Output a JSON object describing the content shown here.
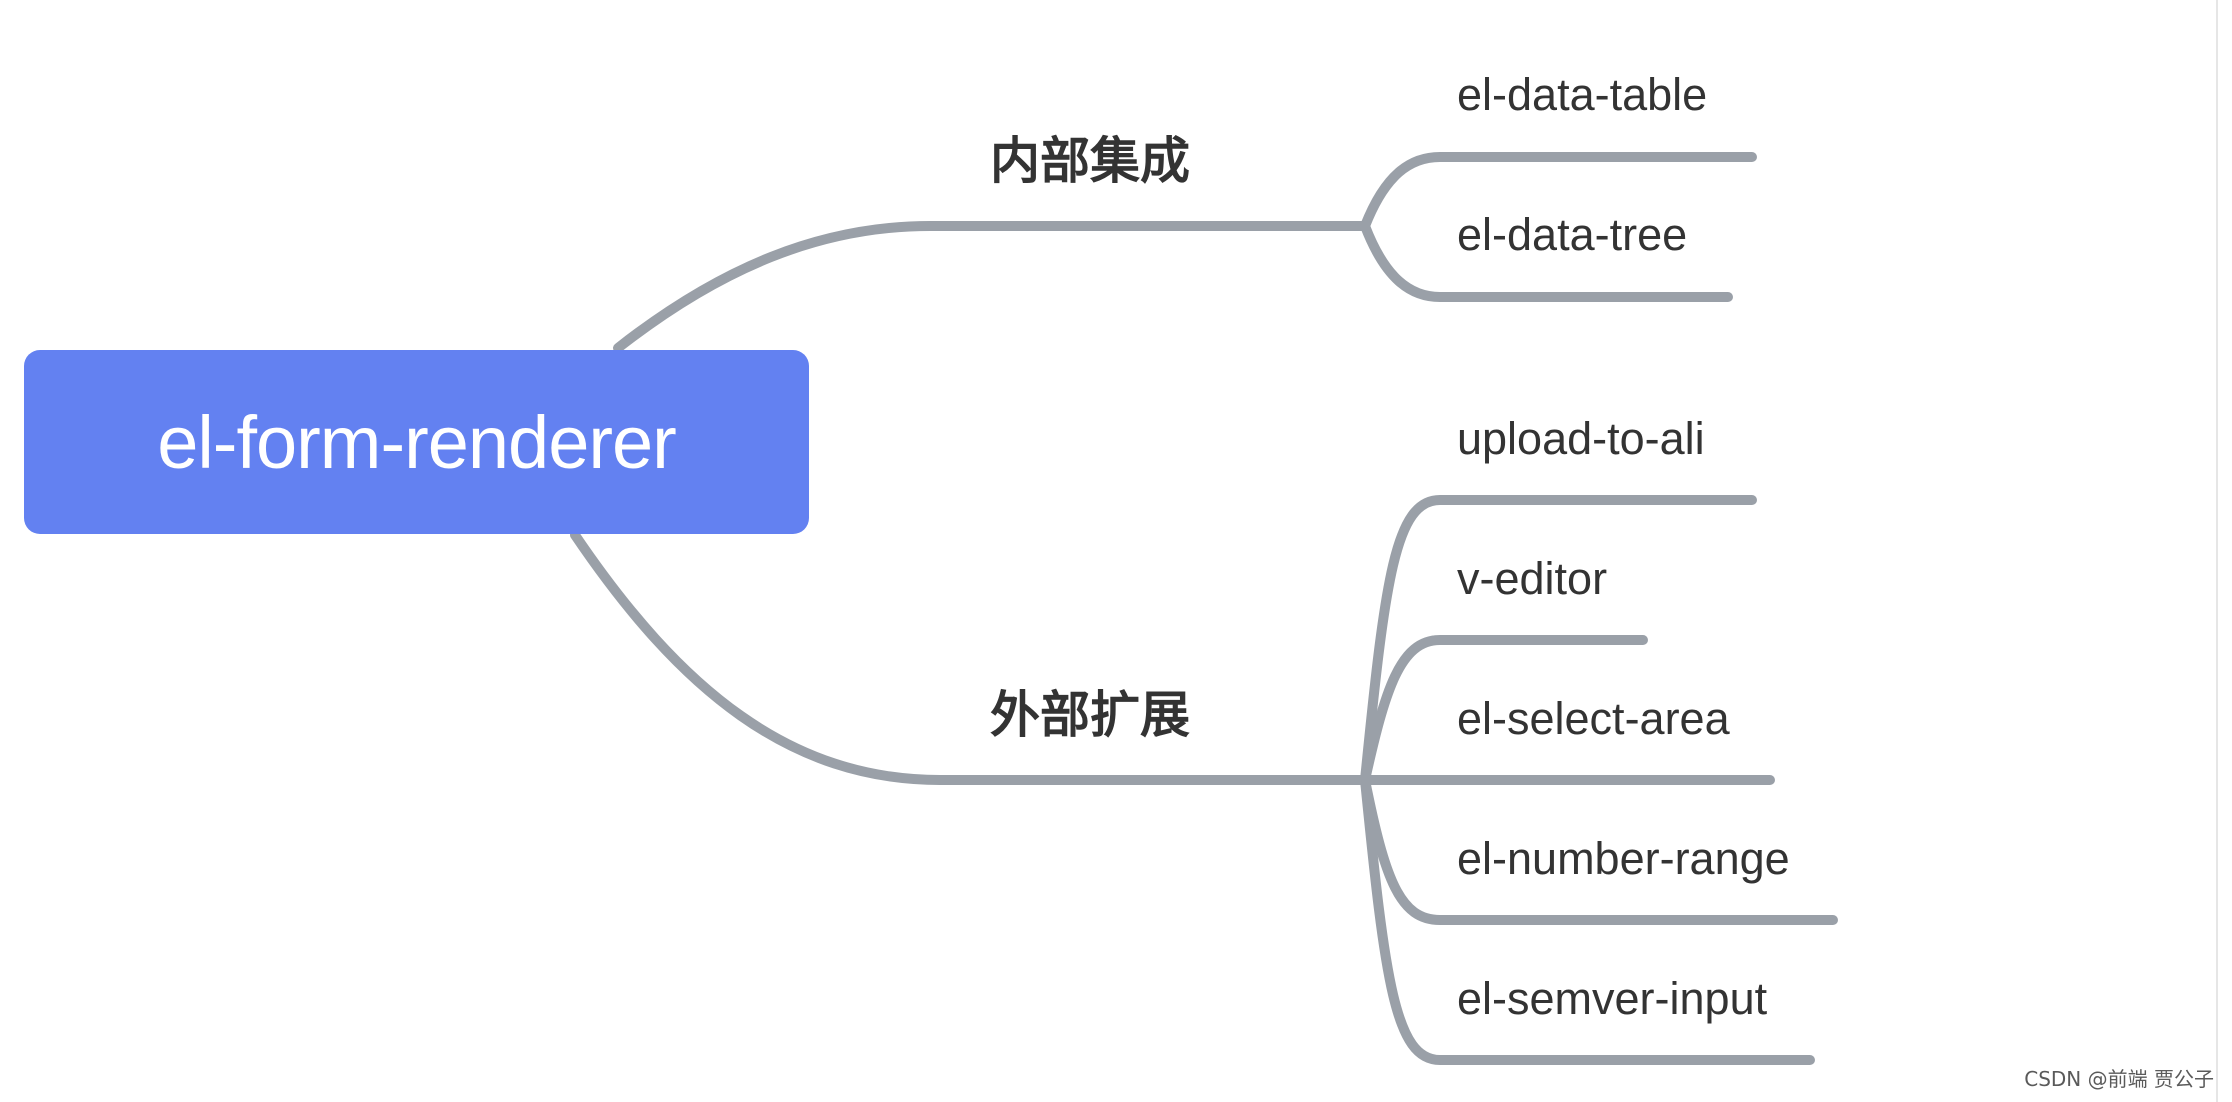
{
  "root": {
    "label": "el-form-renderer",
    "color": "#6381f1"
  },
  "line_color": "#9aa0a8",
  "branches": [
    {
      "label": "内部集成",
      "leaves": [
        "el-data-table",
        "el-data-tree"
      ]
    },
    {
      "label": "外部扩展",
      "leaves": [
        "upload-to-ali",
        "v-editor",
        "el-select-area",
        "el-number-range",
        "el-semver-input"
      ]
    }
  ],
  "watermark": "CSDN @前端 贾公子"
}
